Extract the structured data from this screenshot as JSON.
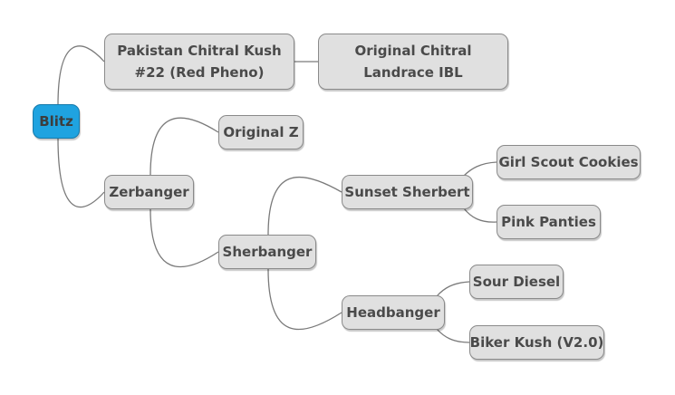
{
  "mindmap": {
    "root": {
      "label": "Blitz",
      "color": "#1fa3e0"
    },
    "node_color": "#e0e0e0",
    "nodes": {
      "pakistan": {
        "line1": "Pakistan Chitral Kush",
        "line2": "#22 (Red Pheno)"
      },
      "chitral": {
        "line1": "Original Chitral",
        "line2": "Landrace IBL"
      },
      "zerbanger": {
        "label": "Zerbanger"
      },
      "original_z": {
        "label": "Original Z"
      },
      "sherbanger": {
        "label": "Sherbanger"
      },
      "sunset": {
        "label": "Sunset Sherbert"
      },
      "girl_scout": {
        "label": "Girl Scout Cookies"
      },
      "pink": {
        "label": "Pink Panties"
      },
      "headbanger": {
        "label": "Headbanger"
      },
      "sour": {
        "label": "Sour Diesel"
      },
      "biker": {
        "label": "Biker Kush (V2.0)"
      }
    }
  }
}
